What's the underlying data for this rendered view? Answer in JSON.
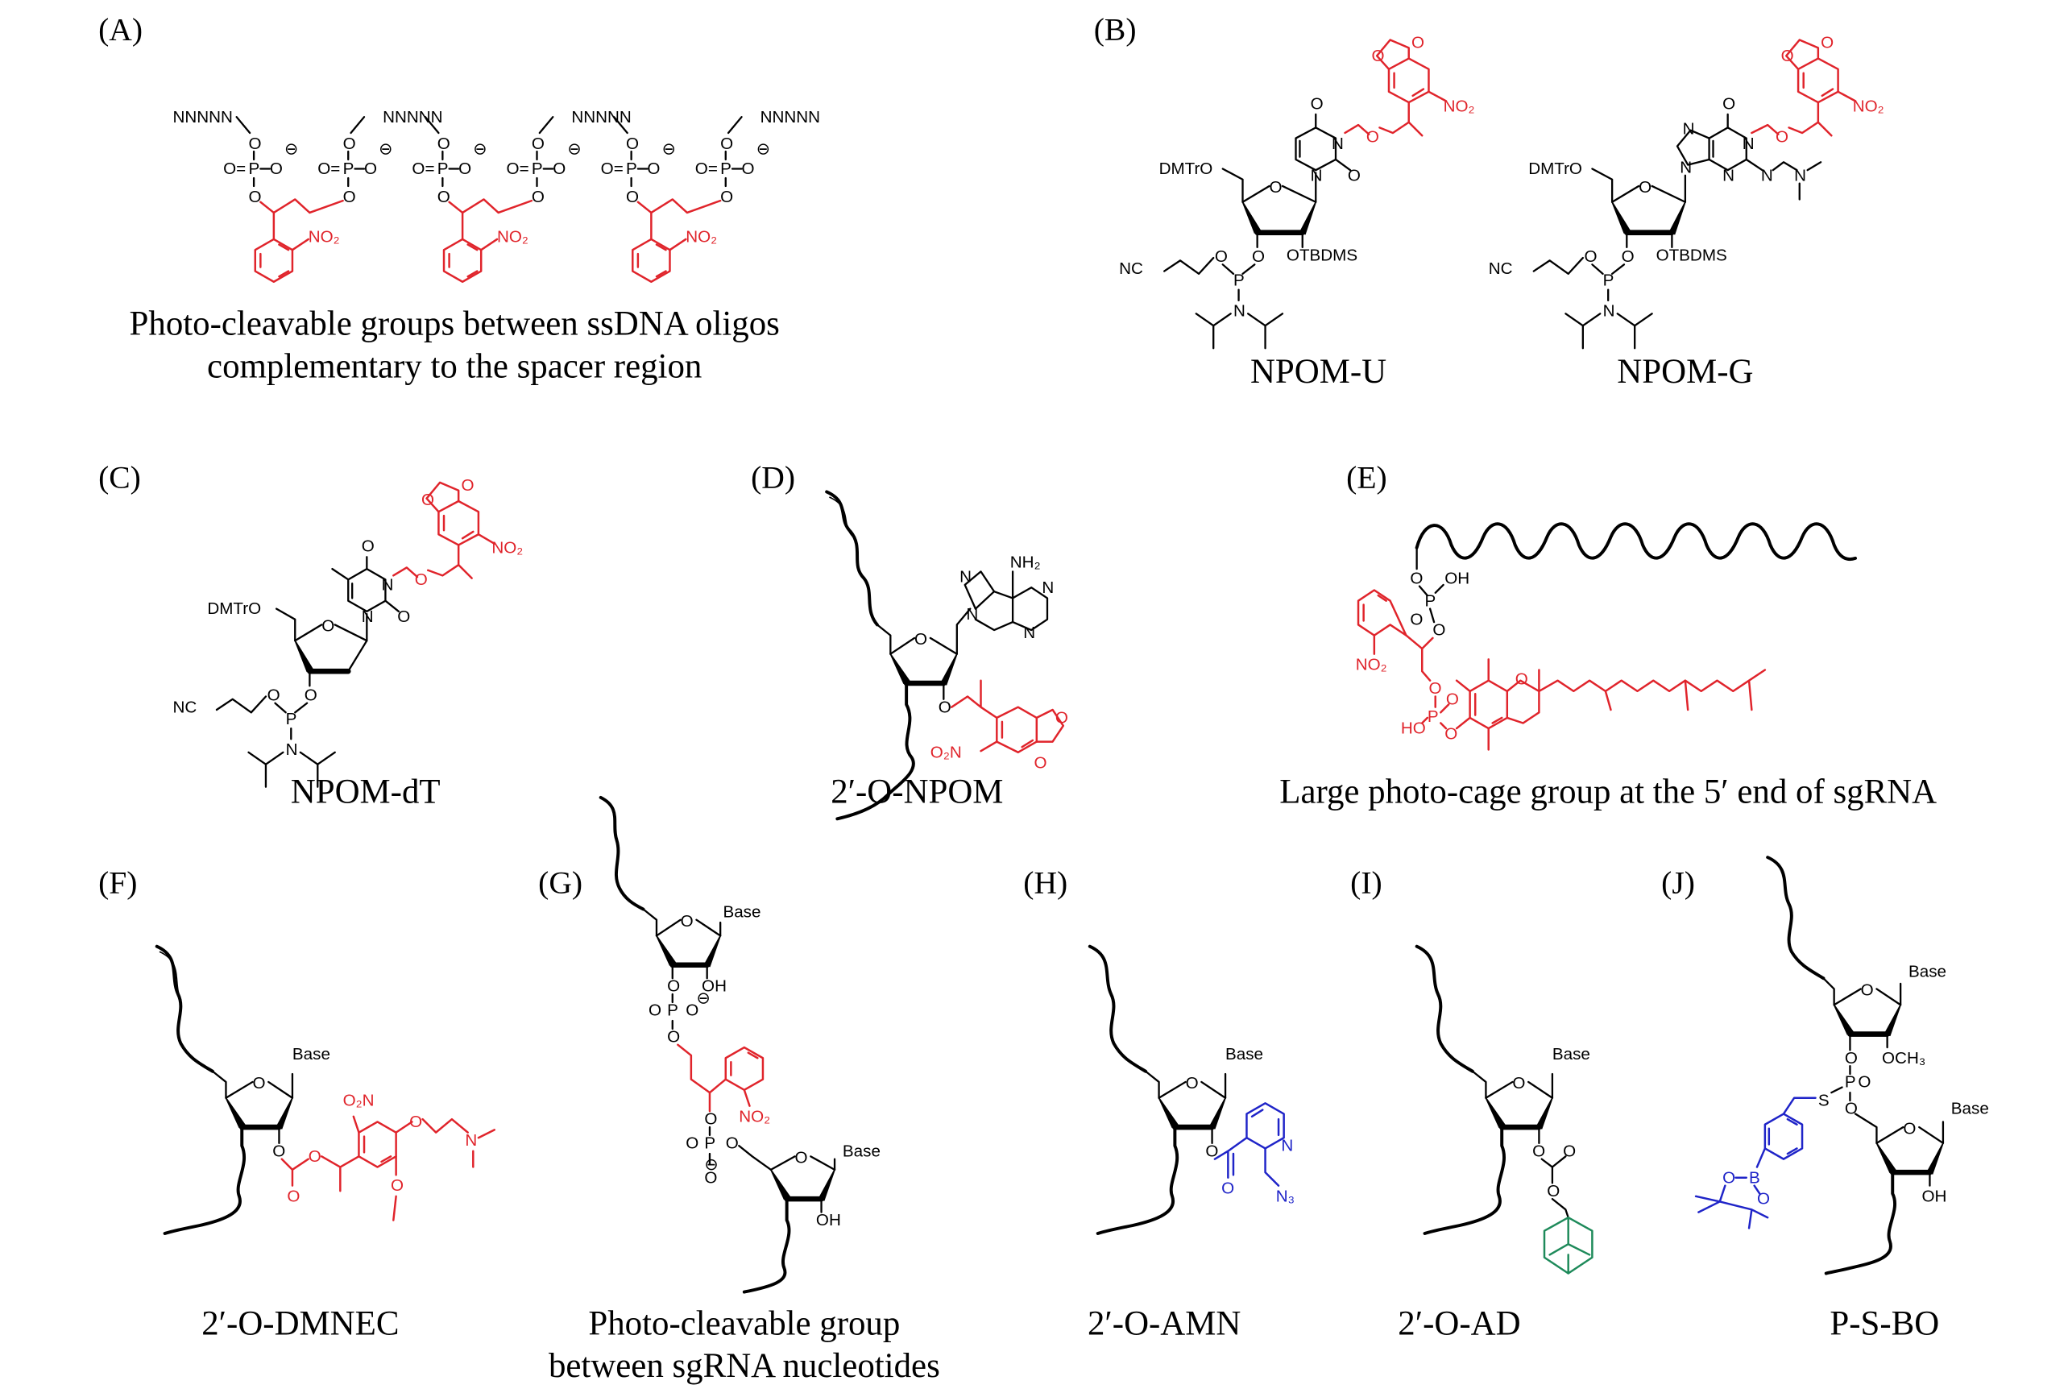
{
  "figure": {
    "colors": {
      "text": "#000000",
      "photocage_red": "#e0242b",
      "blue_group": "#1f24c8",
      "green_group": "#1e8a5a",
      "background": "#ffffff"
    },
    "panels": [
      {
        "id": "A",
        "label": "(A)",
        "caption_lines": [
          "Photo-cleavable groups between ssDNA oligos",
          "complementary to the spacer region"
        ],
        "atoms": {
          "oligo": "NNNNN",
          "o": "O",
          "p": "P",
          "o_eq": "O=",
          "charge": "⊖",
          "nitro": "NO₂"
        }
      },
      {
        "id": "B",
        "label": "(B)",
        "captions": [
          "NPOM-U",
          "NPOM-G"
        ],
        "atoms": {
          "dmtro": "DMTrO",
          "otbdms": "OTBDMS",
          "nc": "NC",
          "n": "N",
          "o": "O",
          "p": "P",
          "nitro": "NO₂"
        }
      },
      {
        "id": "C",
        "label": "(C)",
        "caption": "NPOM-dT",
        "atoms": {
          "dmtro": "DMTrO",
          "nc": "NC",
          "n": "N",
          "o": "O",
          "p": "P",
          "nitro": "NO₂"
        }
      },
      {
        "id": "D",
        "label": "(D)",
        "caption": "2′-O-NPOM",
        "atoms": {
          "nh2": "NH₂",
          "n": "N",
          "o": "O",
          "o2n": "O₂N"
        }
      },
      {
        "id": "E",
        "label": "(E)",
        "caption": "Large photo-cage group at the 5′ end of sgRNA",
        "atoms": {
          "o": "O",
          "p": "P",
          "oh": "OH",
          "ho": "HO",
          "nitro": "NO₂"
        }
      },
      {
        "id": "F",
        "label": "(F)",
        "caption": "2′-O-DMNEC",
        "atoms": {
          "base": "Base",
          "o": "O",
          "o2n": "O₂N",
          "n": "N"
        }
      },
      {
        "id": "G",
        "label": "(G)",
        "caption_lines": [
          "Photo-cleavable group",
          "between sgRNA nucleotides"
        ],
        "atoms": {
          "base": "Base",
          "o": "O",
          "oh": "OH",
          "p": "P",
          "charge": "⊖",
          "nitro": "NO₂"
        }
      },
      {
        "id": "H",
        "label": "(H)",
        "caption": "2′-O-AMN",
        "atoms": {
          "base": "Base",
          "o": "O",
          "n": "N",
          "n3": "N₃"
        }
      },
      {
        "id": "I",
        "label": "(I)",
        "caption": "2′-O-AD",
        "atoms": {
          "base": "Base",
          "o": "O"
        }
      },
      {
        "id": "J",
        "label": "(J)",
        "caption": "P-S-BO",
        "atoms": {
          "base": "Base",
          "o": "O",
          "och3": "OCH₃",
          "p": "P",
          "s": "S",
          "b": "B",
          "oh": "OH"
        }
      }
    ]
  }
}
